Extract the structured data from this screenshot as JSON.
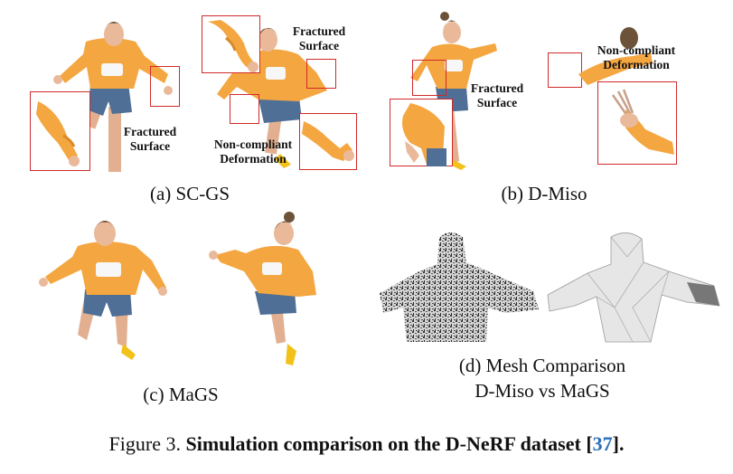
{
  "panels": {
    "a": {
      "caption": "(a) SC-GS",
      "annot_fractured": "Fractured\nSurface",
      "annot_fractured_2": "Fractured\nSurface",
      "annot_noncompliant": "Non-compliant\nDeformation"
    },
    "b": {
      "caption": "(b) D-Miso",
      "annot_fractured": "Fractured\nSurface",
      "annot_noncompliant": "Non-compliant\nDeformation"
    },
    "c": {
      "caption": "(c) MaGS"
    },
    "d": {
      "caption_line1": "(d) Mesh Comparison",
      "caption_line2": "D-Miso vs MaGS"
    }
  },
  "figure_caption": {
    "label": "Figure 3.",
    "title": "Simulation comparison on the D-NeRF dataset",
    "cite_open": "[",
    "cite_number": "37",
    "cite_close": "]."
  },
  "colors": {
    "sweater": "#f4a640",
    "shorts": "#4f6f96",
    "skin": "#e9b99a",
    "hair": "#6b5238",
    "shoe": "#f2c21b",
    "box": "#d12a2a",
    "citation": "#2a6ebb"
  }
}
